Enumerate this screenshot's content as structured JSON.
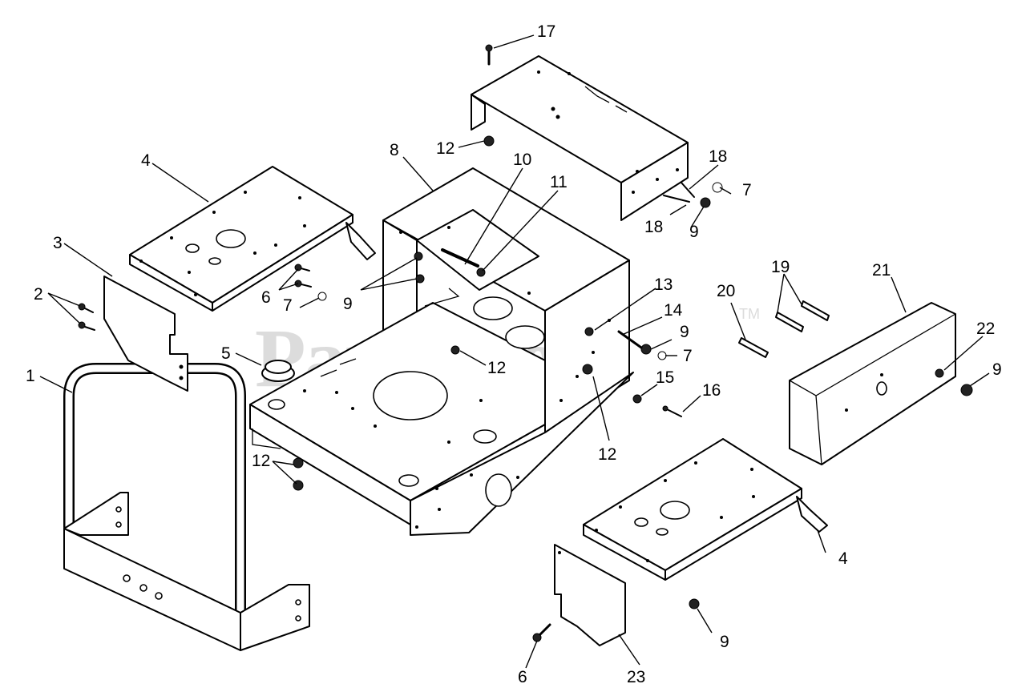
{
  "watermark": {
    "text": "PartsTree",
    "tm": "TM"
  },
  "labels": [
    "1",
    "2",
    "3",
    "4",
    "4",
    "5",
    "6",
    "6",
    "7",
    "7",
    "7",
    "8",
    "9",
    "9",
    "9",
    "9",
    "9",
    "9",
    "10",
    "11",
    "12",
    "12",
    "12",
    "12",
    "13",
    "14",
    "15",
    "16",
    "17",
    "18",
    "18",
    "19",
    "20",
    "21",
    "22",
    "23"
  ]
}
